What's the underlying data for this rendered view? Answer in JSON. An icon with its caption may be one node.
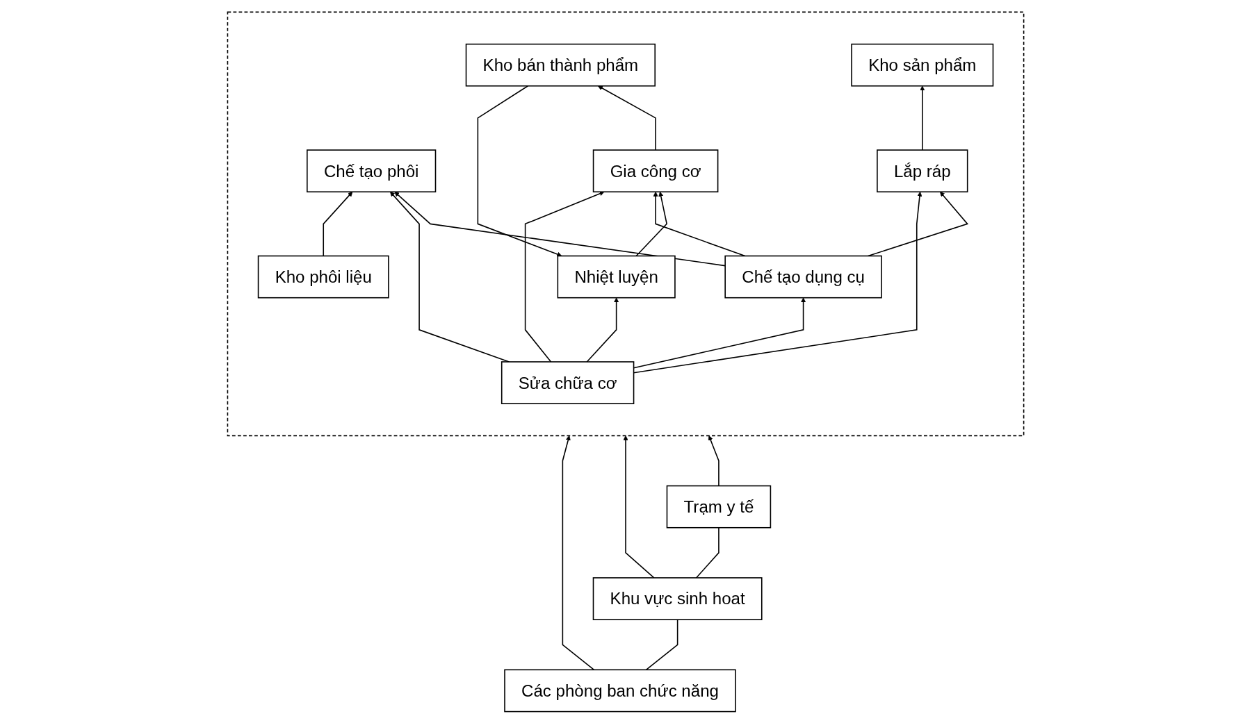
{
  "diagram": {
    "nodes": [
      {
        "text": [],
        "shape": "box"
      },
      {
        "text": [
          "Chế tạo phôi"
        ],
        "in": 0
      },
      {
        "text": [
          "Gia công cơ"
        ],
        "in": 0
      },
      {
        "text": [
          "Lắp ráp"
        ],
        "in": 0
      },
      {
        "text": [
          "Nhiệt luyện"
        ],
        "in": 0
      },
      {
        "text": [
          "Chế tạo dụng cụ"
        ],
        "in": 0
      },
      {
        "text": [
          "Sửa chữa cơ"
        ],
        "in": 0
      },
      {
        "text": [
          "Kho phôi liệu"
        ],
        "in": 0
      },
      {
        "text": [
          "Kho bán thành phẩm"
        ],
        "in": 0
      },
      {
        "text": [
          "Kho sản phẩm"
        ],
        "in": 0
      },
      {
        "text": [
          "Các phòng ban chức năng"
        ]
      },
      {
        "text": [
          "Khu vực sinh hoat"
        ]
      },
      {
        "text": [
          "Trạm y tế"
        ]
      }
    ],
    "edges": [
      {
        "from": 4,
        "to": 2,
        "arrow": "to"
      },
      {
        "from": 5,
        "to": 1,
        "arrow": "to"
      },
      {
        "from": 5,
        "to": 2,
        "arrow": "to"
      },
      {
        "from": 5,
        "to": 3,
        "arrow": "to"
      },
      {
        "from": 6,
        "to": 1,
        "arrow": "to"
      },
      {
        "from": 6,
        "to": 2,
        "arrow": "to"
      },
      {
        "from": 6,
        "to": 3,
        "arrow": "to"
      },
      {
        "from": 6,
        "to": 4,
        "arrow": "to"
      },
      {
        "from": 6,
        "to": 5,
        "arrow": "to"
      },
      {
        "from": 2,
        "to": 8,
        "arrow": "to"
      },
      {
        "from": 3,
        "to": 9,
        "arrow": "to"
      },
      {
        "from": 8,
        "to": 4,
        "arrow": "to"
      },
      {
        "from": 7,
        "to": 1,
        "arrow": "to"
      },
      {
        "from": 10,
        "to": 0,
        "arrow": "to"
      },
      {
        "from": 11,
        "to": 0,
        "arrow": "to"
      },
      {
        "from": 12,
        "to": 0,
        "arrow": "to"
      },
      {
        "from": 10,
        "to": 11,
        "arrow": "none"
      },
      {
        "from": 11,
        "to": 12,
        "arrow": "none"
      }
    ]
  }
}
